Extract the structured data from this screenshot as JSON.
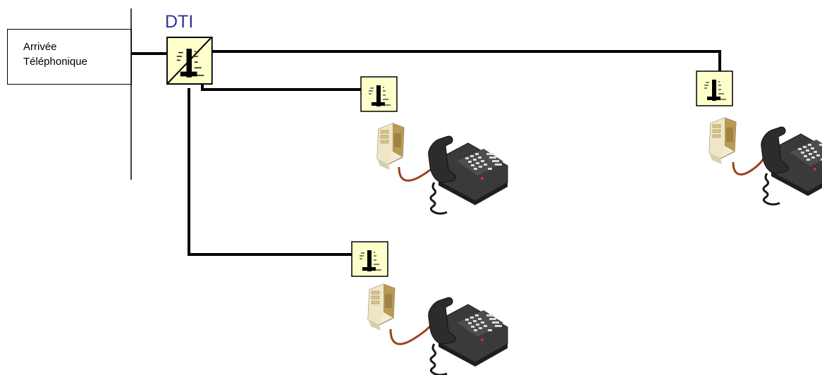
{
  "diagram": {
    "arrivee": {
      "line1": "Arrivée",
      "line2": "Téléphonique"
    },
    "dti_label": "DTI",
    "colors": {
      "wire": "#000000",
      "socket_face": "#ffffcc",
      "cord": "#a0401a",
      "dti_text": "#333399",
      "phone_body": "#2e2e2e"
    },
    "icons": {
      "socket": "wall-socket-icon",
      "adapter": "phone-adapter-icon",
      "phone": "desk-phone-icon"
    }
  }
}
